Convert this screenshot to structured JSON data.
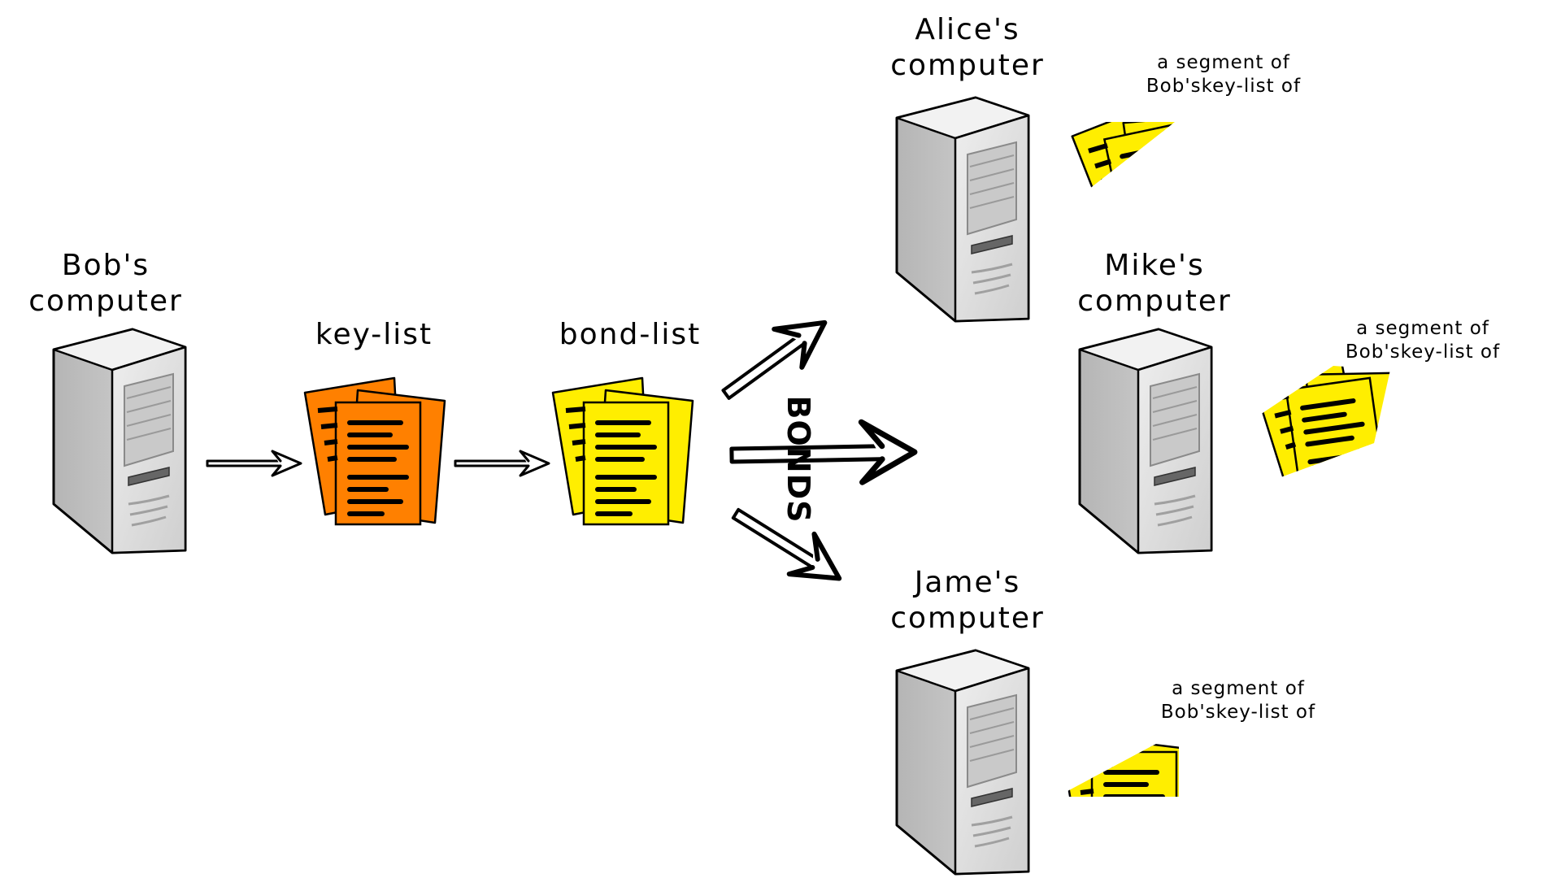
{
  "nodes": {
    "bob": {
      "name": "Bob's",
      "sub": "computer"
    },
    "alice": {
      "name": "Alice's",
      "sub": "computer"
    },
    "mike": {
      "name": "Mike's",
      "sub": "computer"
    },
    "jame": {
      "name": "Jame's",
      "sub": "computer"
    }
  },
  "lists": {
    "key": "key-list",
    "bond": "bond-list"
  },
  "segment_note": {
    "line1": "a segment of",
    "line2": "Bob'skey-list of"
  },
  "bonds_label": "BONDS",
  "colors": {
    "key_list": "#ff8000",
    "bond_list": "#ffee00",
    "server_body": "#d6d6d6",
    "server_front": "#e6e6e6",
    "outline": "#000000"
  }
}
